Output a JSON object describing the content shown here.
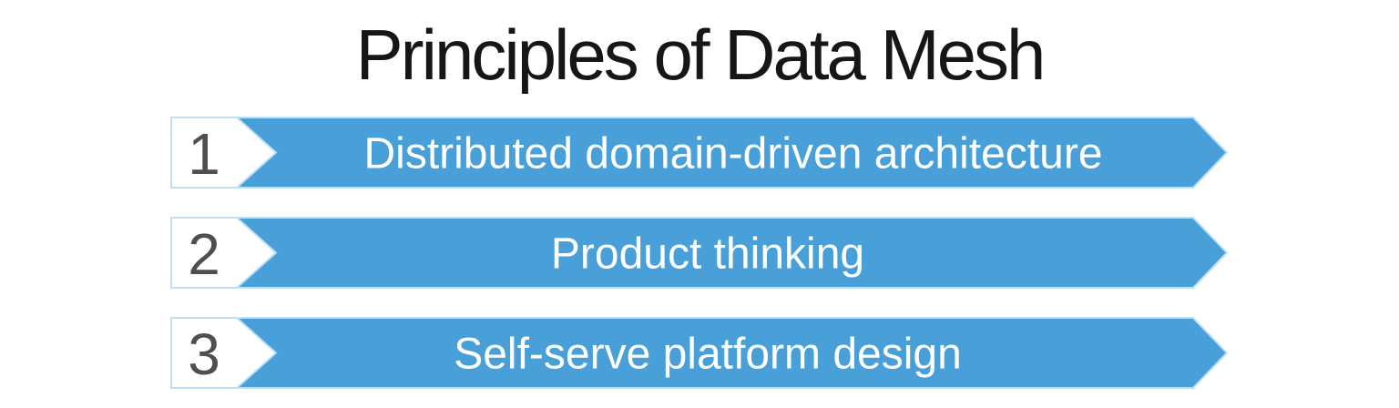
{
  "title": "Principles of Data Mesh",
  "colors": {
    "banner_blue": "#49A0D8",
    "banner_border": "#BEDFF4",
    "number_gray": "#4F4F4F",
    "title_color": "#161616",
    "label_color": "#FFFFFF",
    "number_box_fill": "#FFFFFF"
  },
  "principles": [
    {
      "number": "1",
      "label": "Distributed domain-driven architecture"
    },
    {
      "number": "2",
      "label": "Product thinking"
    },
    {
      "number": "3",
      "label": "Self-serve platform design"
    }
  ]
}
